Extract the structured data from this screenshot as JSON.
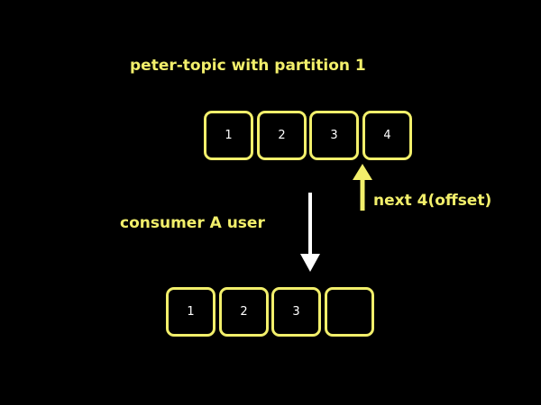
{
  "title": "peter-topic with partition 1",
  "consumer_label": "consumer A user",
  "next_label": "next 4(offset)",
  "partition_cells": [
    "1",
    "2",
    "3",
    "4"
  ],
  "consumer_cells": [
    "1",
    "2",
    "3",
    ""
  ],
  "colors": {
    "background": "#000000",
    "accent": "#f2ef6b",
    "cell_text": "#ffffff",
    "down_arrow": "#ffffff",
    "offset_arrow": "#f2ef6b"
  }
}
